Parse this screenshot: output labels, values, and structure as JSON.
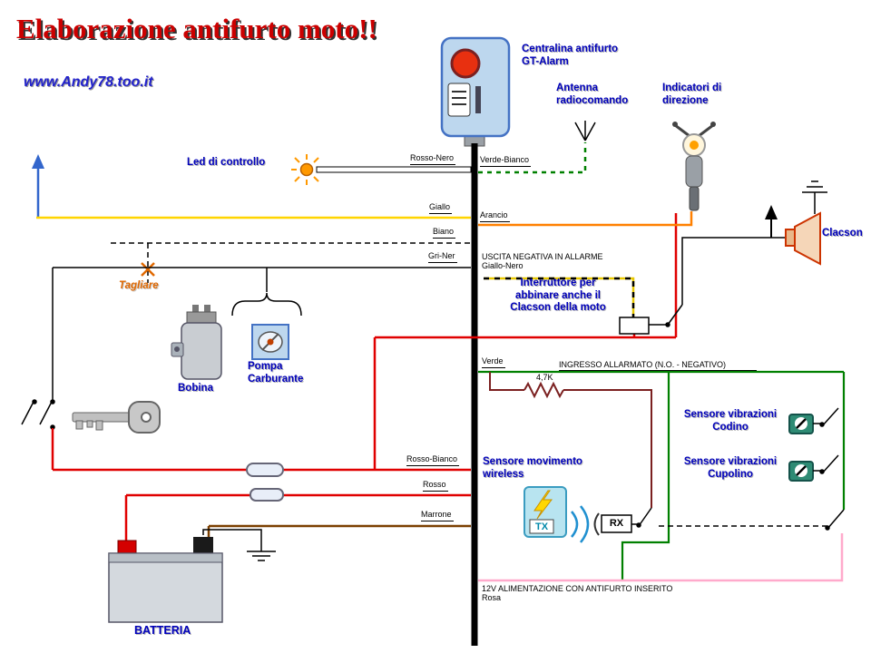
{
  "header": {
    "title": "Elaborazione antifurto moto!!",
    "website": "www.Andy78.too.it"
  },
  "labels": {
    "centralina1": "Centralina antifurto",
    "centralina2": "GT-Alarm",
    "antenna1": "Antenna",
    "antenna2": "radiocomando",
    "indicatori1": "Indicatori di",
    "indicatori2": "direzione",
    "led": "Led di controllo",
    "interruttore1": "Interruttore per",
    "interruttore2": "abbinare anche il",
    "interruttore3": "Clacson della moto",
    "clacson": "Clacson",
    "tagliare": "Tagliare",
    "bobina": "Bobina",
    "pompa1": "Pompa",
    "pompa2": "Carburante",
    "batteria": "BATTERIA",
    "codino1": "Sensore vibrazioni",
    "codino2": "Codino",
    "cupolino1": "Sensore vibrazioni",
    "cupolino2": "Cupolino",
    "movimento1": "Sensore movimento",
    "movimento2": "wireless",
    "tx": "TX",
    "rx": "RX"
  },
  "wires": {
    "rosso_nero": "Rosso-Nero",
    "verde_bianco": "Verde-Bianco",
    "giallo": "Giallo",
    "arancio": "Arancio",
    "biano": "Biano",
    "gri_ner": "Gri-Ner",
    "verde": "Verde",
    "rosso_bianco": "Rosso-Bianco",
    "rosso": "Rosso",
    "marrone": "Marrone",
    "resistor": "4,7K"
  },
  "notes": {
    "uscita1": "USCITA NEGATIVA  IN ALLARME",
    "uscita2": "Giallo-Nero",
    "ingresso": "INGRESSO  ALLARMATO (N.O. - NEGATIVO)",
    "alimentazione1": "12V ALIMENTAZIONE CON ANTIFURTO INSERITO",
    "alimentazione2": "Rosa"
  },
  "icons": [
    "led-icon",
    "antenna-icon",
    "motorcycle-icon",
    "clacson-horn-icon",
    "ground-icon",
    "key-icon",
    "battery-icon",
    "bobina-icon",
    "fuel-pump-icon",
    "cut-x-icon",
    "lightning-icon",
    "wireless-waves-icon",
    "vibration-sensor-icon",
    "alarm-unit-icon"
  ],
  "colors": {
    "title_red": "#CC0000",
    "label_blue": "#0000BB",
    "wire_yellow": "#FFD500",
    "wire_orange": "#FF8000",
    "wire_green": "#008000",
    "wire_red": "#E00000",
    "wire_maroon": "#7B2020",
    "wire_brown": "#7B3F00",
    "wire_pink": "#FFAACC",
    "wire_giallo_nero": "#E8C800"
  }
}
